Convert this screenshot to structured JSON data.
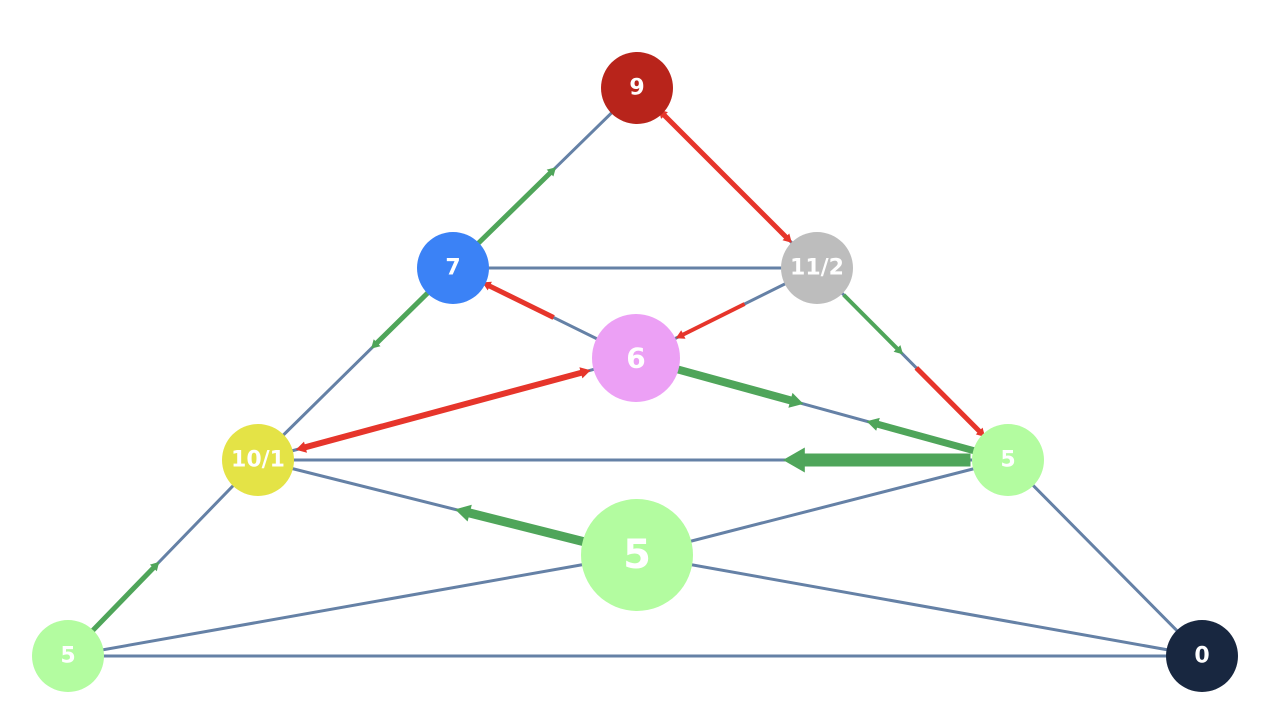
{
  "colors": {
    "edge": "#6581a6",
    "green": "#4fa55a",
    "red": "#e6352b",
    "top_node": "#b8241b",
    "blue_node": "#3b82f6",
    "gray_node": "#bdbdbd",
    "pink_node": "#eca0f5",
    "yellow_node": "#e4e346",
    "light_green_node": "#b3fca0",
    "dark_node": "#182740"
  },
  "nodes": [
    {
      "id": "top",
      "label": "9",
      "color": "#b8241b"
    },
    {
      "id": "left-upper",
      "label": "7",
      "color": "#3b82f6"
    },
    {
      "id": "right-upper",
      "label": "11/2",
      "color": "#bdbdbd"
    },
    {
      "id": "center-upper",
      "label": "6",
      "color": "#eca0f5"
    },
    {
      "id": "left-middle",
      "label": "10/1",
      "color": "#e4e346"
    },
    {
      "id": "right-middle",
      "label": "5",
      "color": "#b3fca0"
    },
    {
      "id": "center-lower",
      "label": "5",
      "color": "#b3fca0"
    },
    {
      "id": "bottom-left",
      "label": "5",
      "color": "#b3fca0"
    },
    {
      "id": "bottom-right",
      "label": "0",
      "color": "#182740"
    }
  ],
  "edges": [
    [
      "top",
      "left-upper"
    ],
    [
      "top",
      "right-upper"
    ],
    [
      "left-upper",
      "right-upper"
    ],
    [
      "left-upper",
      "center-upper"
    ],
    [
      "right-upper",
      "center-upper"
    ],
    [
      "left-upper",
      "left-middle"
    ],
    [
      "right-upper",
      "right-middle"
    ],
    [
      "center-upper",
      "left-middle"
    ],
    [
      "center-upper",
      "right-middle"
    ],
    [
      "left-middle",
      "right-middle"
    ],
    [
      "left-middle",
      "center-lower"
    ],
    [
      "center-lower",
      "bottom-right"
    ],
    [
      "right-middle",
      "center-lower"
    ],
    [
      "center-lower",
      "bottom-left"
    ],
    [
      "left-middle",
      "bottom-left"
    ],
    [
      "right-middle",
      "bottom-right"
    ],
    [
      "bottom-left",
      "bottom-right"
    ]
  ],
  "flows": [
    {
      "name": "flow-left-upper-to-top",
      "from": "left-upper",
      "to": "top",
      "color": "green"
    },
    {
      "name": "flow-top-right-upper",
      "from": "right-upper",
      "to": "top",
      "color": "red",
      "double": true
    },
    {
      "name": "flow-right-upper-to-right-middle-green",
      "from": "right-upper",
      "to": "right-middle",
      "color": "green"
    },
    {
      "name": "flow-right-upper-to-right-middle-red",
      "from": "right-upper",
      "to": "right-middle",
      "color": "red"
    },
    {
      "name": "flow-left-upper-to-left-middle",
      "from": "left-upper",
      "to": "left-middle",
      "color": "green"
    },
    {
      "name": "flow-center-upper-to-left-upper",
      "from": "center-upper",
      "to": "left-upper",
      "color": "red"
    },
    {
      "name": "flow-right-upper-to-center-upper",
      "from": "right-upper",
      "to": "center-upper",
      "color": "red"
    },
    {
      "name": "flow-left-middle-center-upper",
      "from": "left-middle",
      "to": "center-upper",
      "color": "red",
      "double": true
    },
    {
      "name": "flow-center-upper-to-right-middle",
      "from": "center-upper",
      "to": "right-middle",
      "color": "green"
    },
    {
      "name": "flow-right-middle-to-center-upper",
      "from": "right-middle",
      "to": "center-upper",
      "color": "green"
    },
    {
      "name": "flow-right-middle-to-left-middle",
      "from": "right-middle",
      "to": "left-middle",
      "color": "green"
    },
    {
      "name": "flow-center-lower-to-left-middle",
      "from": "center-lower",
      "to": "left-middle",
      "color": "green"
    },
    {
      "name": "flow-bottom-left-to-left-middle",
      "from": "bottom-left",
      "to": "left-middle",
      "color": "green"
    }
  ]
}
